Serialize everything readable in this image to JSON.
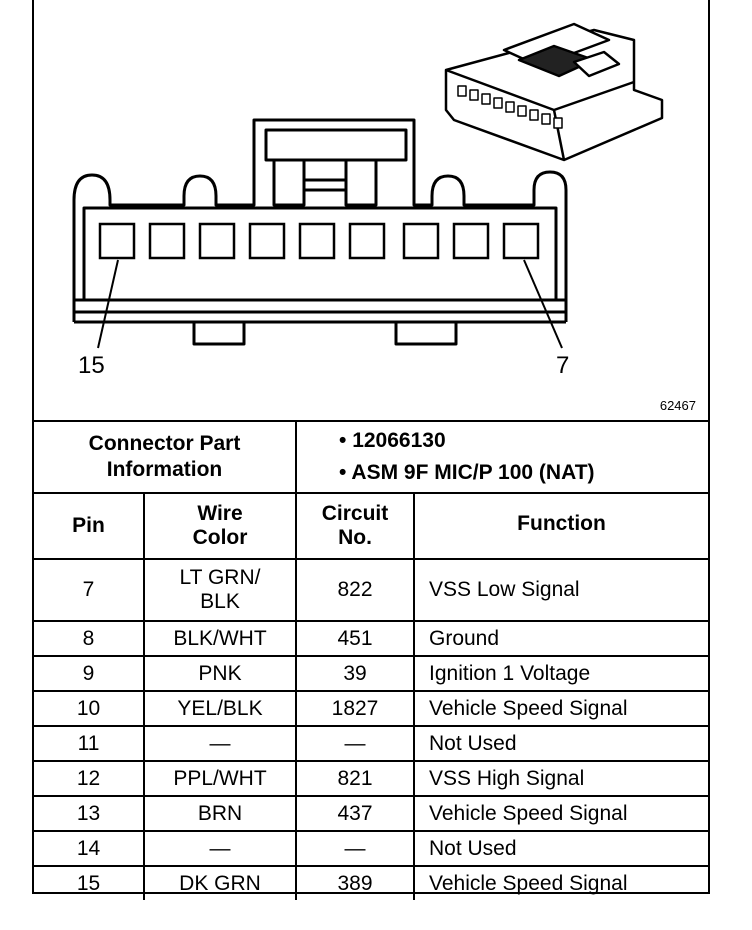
{
  "diagram": {
    "figure_number": "62467",
    "callout_left": "15",
    "callout_right": "7"
  },
  "connector": {
    "label": "Connector Part Information",
    "label_line1": "Connector Part",
    "label_line2": "Information",
    "part_items": [
      "12066130",
      "ASM 9F MIC/P 100 (NAT)"
    ]
  },
  "columns": {
    "pin": "Pin",
    "wire_color_line1": "Wire",
    "wire_color_line2": "Color",
    "circuit_line1": "Circuit",
    "circuit_line2": "No.",
    "function": "Function"
  },
  "rows": [
    {
      "pin": "7",
      "color_line1": "LT GRN/",
      "color_line2": "BLK",
      "circuit": "822",
      "function": "VSS Low Signal"
    },
    {
      "pin": "8",
      "color": "BLK/WHT",
      "circuit": "451",
      "function": "Ground"
    },
    {
      "pin": "9",
      "color": "PNK",
      "circuit": "39",
      "function": "Ignition 1 Voltage"
    },
    {
      "pin": "10",
      "color": "YEL/BLK",
      "circuit": "1827",
      "function": "Vehicle Speed Signal"
    },
    {
      "pin": "11",
      "color": "—",
      "circuit": "—",
      "function": "Not Used"
    },
    {
      "pin": "12",
      "color": "PPL/WHT",
      "circuit": "821",
      "function": "VSS High Signal"
    },
    {
      "pin": "13",
      "color": "BRN",
      "circuit": "437",
      "function": "Vehicle Speed Signal"
    },
    {
      "pin": "14",
      "color": "—",
      "circuit": "—",
      "function": "Not Used"
    },
    {
      "pin": "15",
      "color": "DK GRN",
      "circuit": "389",
      "function": "Vehicle Speed Signal"
    }
  ]
}
